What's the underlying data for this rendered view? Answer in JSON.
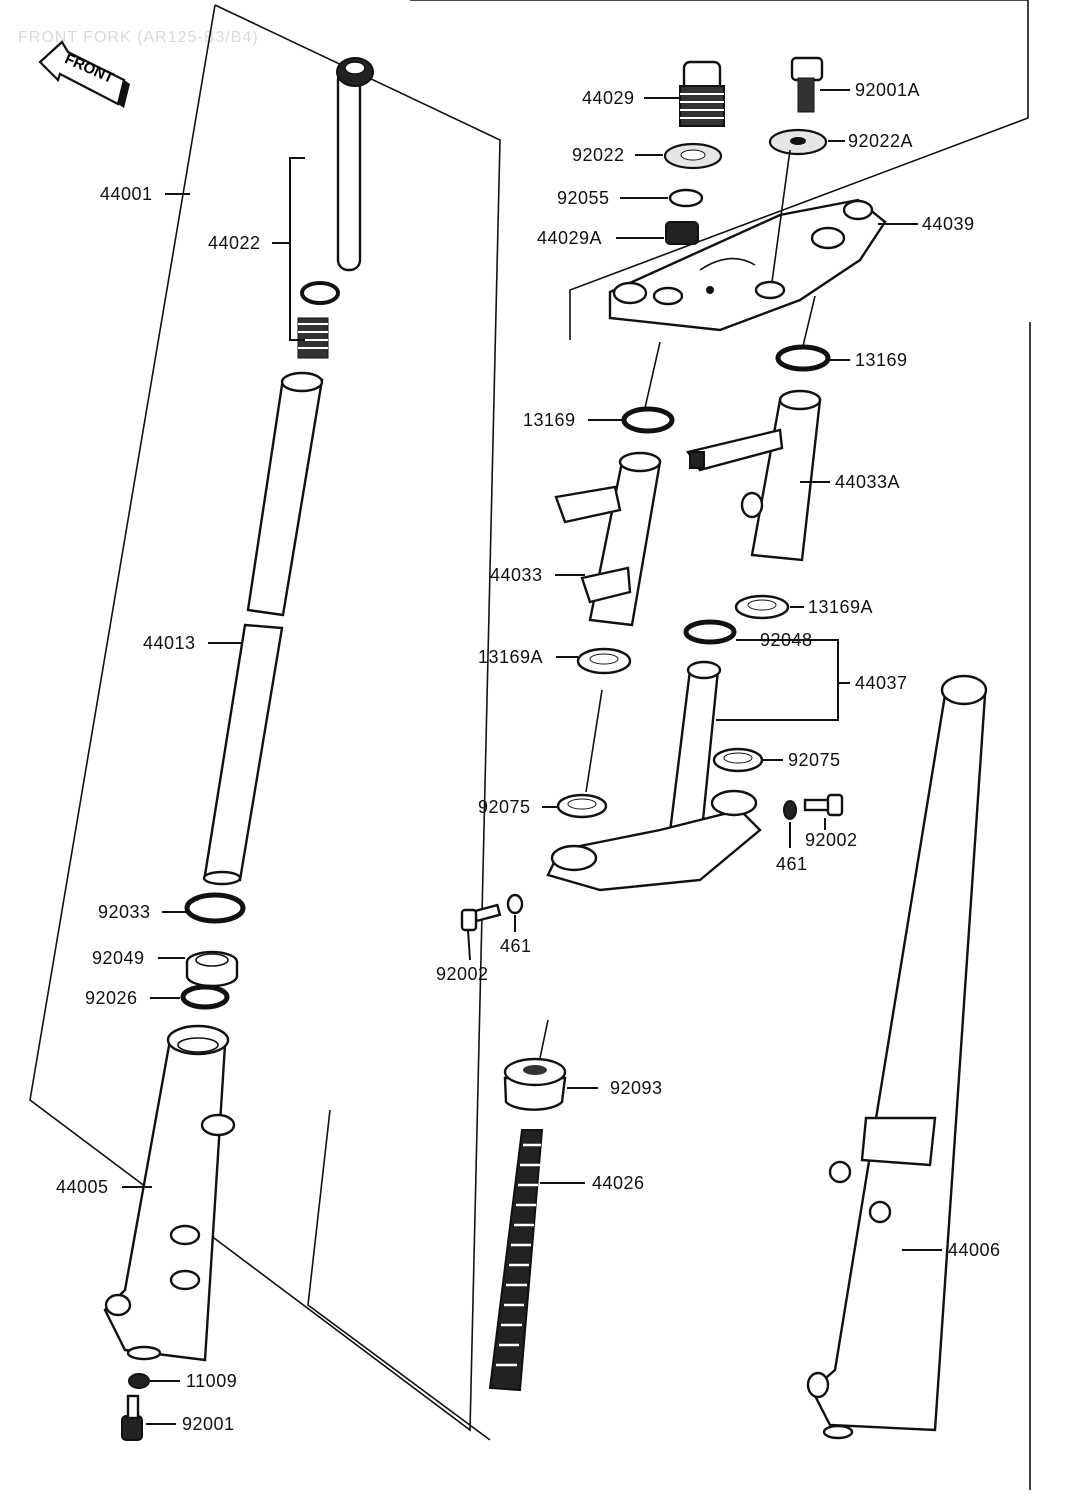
{
  "diagram": {
    "title": "FRONT FORK (AR125-B3/B4)",
    "direction_tag": "FRONT",
    "callouts": {
      "p44001": "44001",
      "p44022": "44022",
      "p44013": "44013",
      "p92033": "92033",
      "p92049": "92049",
      "p92026": "92026",
      "p44005": "44005",
      "p11009": "11009",
      "p92001": "92001",
      "p44029": "44029",
      "p92022": "92022",
      "p92055": "92055",
      "p44029A": "44029A",
      "p92001A": "92001A",
      "p92022A": "92022A",
      "p44039": "44039",
      "p13169_right": "13169",
      "p13169_left": "13169",
      "p44033A": "44033A",
      "p44033": "44033",
      "p13169A_right": "13169A",
      "p92048": "92048",
      "p13169A_left": "13169A",
      "p44037": "44037",
      "p92075_right": "92075",
      "p92075_left": "92075",
      "p92002_right": "92002",
      "p461_right": "461",
      "p461_left": "461",
      "p92002_left": "92002",
      "p92093": "92093",
      "p44026": "44026",
      "p44006": "44006"
    }
  }
}
